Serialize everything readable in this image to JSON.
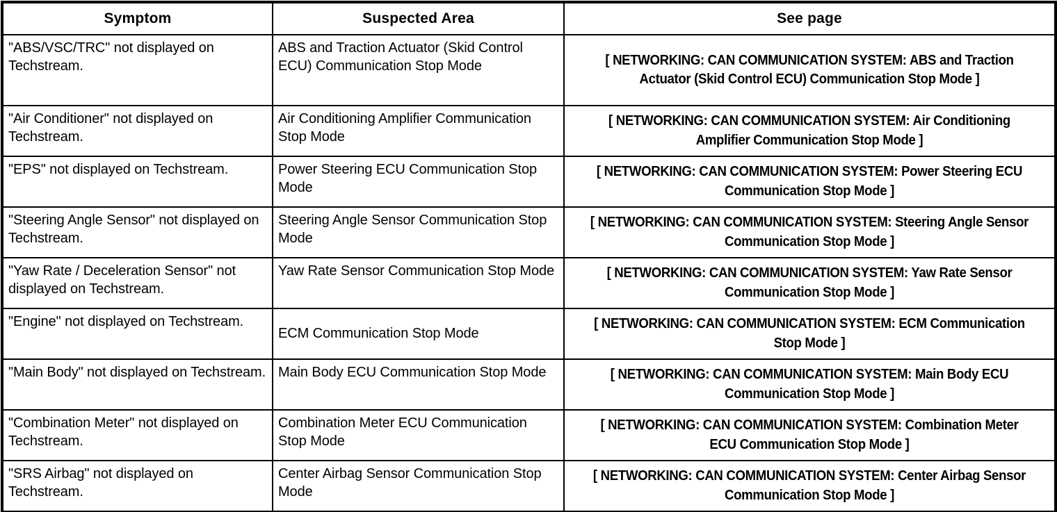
{
  "document": {
    "kind": "service-manual-symptom-table",
    "background_color": "#ffffff",
    "text_color": "#000000",
    "border_color": "#000000"
  },
  "table": {
    "columns": [
      {
        "key": "symptom",
        "label": "Symptom"
      },
      {
        "key": "area",
        "label": "Suspected Area"
      },
      {
        "key": "see_page",
        "label": "See page"
      }
    ],
    "rows": [
      {
        "symptom": "\"ABS/VSC/TRC\" not displayed on Techstream.",
        "area": "ABS and Traction Actuator (Skid Control ECU) Communication Stop Mode",
        "see_page": "[ NETWORKING: CAN COMMUNICATION SYSTEM: ABS and Traction Actuator (Skid Control ECU) Communication Stop Mode ]"
      },
      {
        "symptom": "\"Air Conditioner\" not displayed on Techstream.",
        "area": "Air Conditioning Amplifier Communication Stop Mode",
        "see_page": "[ NETWORKING: CAN COMMUNICATION SYSTEM: Air Conditioning Amplifier Communication Stop Mode ]"
      },
      {
        "symptom": "\"EPS\" not displayed on Techstream.",
        "area": "Power Steering ECU Communication Stop Mode",
        "see_page": "[ NETWORKING: CAN COMMUNICATION SYSTEM: Power Steering ECU Communication Stop Mode ]"
      },
      {
        "symptom": "\"Steering Angle Sensor\" not displayed on Techstream.",
        "area": "Steering Angle Sensor Communication Stop Mode",
        "see_page": "[ NETWORKING: CAN COMMUNICATION SYSTEM: Steering Angle Sensor Communication Stop Mode ]"
      },
      {
        "symptom": "\"Yaw Rate / Deceleration Sensor\" not displayed on Techstream.",
        "area": "Yaw Rate Sensor Communication Stop Mode",
        "see_page": "[ NETWORKING: CAN COMMUNICATION SYSTEM: Yaw Rate Sensor Communication Stop Mode ]"
      },
      {
        "symptom": "\"Engine\" not displayed on Techstream.",
        "area": "ECM Communication Stop Mode",
        "see_page": "[ NETWORKING: CAN COMMUNICATION SYSTEM: ECM Communication Stop Mode ]"
      },
      {
        "symptom": "\"Main Body\" not displayed on Techstream.",
        "area": "Main Body ECU Communication Stop Mode",
        "see_page": "[ NETWORKING: CAN COMMUNICATION SYSTEM: Main Body ECU Communication Stop Mode ]"
      },
      {
        "symptom": "\"Combination Meter\" not displayed on Techstream.",
        "area": "Combination Meter ECU Communication Stop Mode",
        "see_page": "[ NETWORKING: CAN COMMUNICATION SYSTEM: Combination Meter ECU Communication Stop Mode ]"
      },
      {
        "symptom": "\"SRS Airbag\" not displayed on Techstream.",
        "area": "Center Airbag Sensor Communication Stop Mode",
        "see_page": "[ NETWORKING: CAN COMMUNICATION SYSTEM: Center Airbag Sensor Communication Stop Mode ]"
      }
    ]
  }
}
